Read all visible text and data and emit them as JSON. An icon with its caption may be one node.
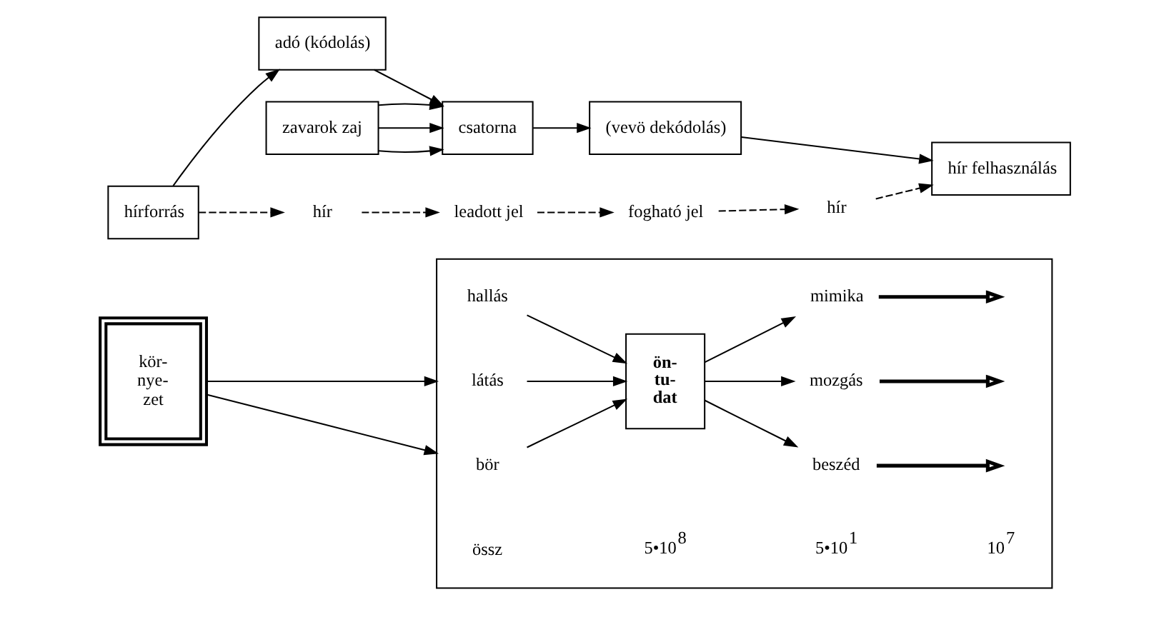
{
  "diagram": {
    "nodes": [
      {
        "text": [
          "hírforrás"
        ]
      },
      {
        "text": [
          "adó (kódolás)"
        ]
      },
      {
        "text": [
          "zavarok zaj"
        ]
      },
      {
        "text": [
          "csatorna"
        ]
      },
      {
        "text": [
          "(vevö dekódolás)"
        ]
      },
      {
        "text": [
          "hír felhasználás"
        ]
      },
      {
        "text": [
          "hír"
        ]
      },
      {
        "text": [
          "leadott jel"
        ]
      },
      {
        "text": [
          "fogható jel"
        ]
      },
      {
        "text": [
          "hír"
        ]
      },
      {
        "text": [
          "kör-nye-zet"
        ]
      },
      {
        "text": [],
        "shape": "box"
      },
      {
        "text": [
          "hallás"
        ],
        "in": 11
      },
      {
        "text": [
          "látás"
        ],
        "in": 11
      },
      {
        "text": [
          "bör"
        ],
        "in": 11
      },
      {
        "text": [
          "ön-tu-dat"
        ],
        "in": 11
      },
      {
        "text": [
          "beszéd"
        ],
        "in": 11
      },
      {
        "text": [
          "mozgás"
        ],
        "in": 11
      },
      {
        "text": [
          "mimika"
        ],
        "in": 11
      }
    ],
    "edges": [
      {
        "from": 0,
        "to": 1,
        "arrow": "to"
      },
      {
        "from": 1,
        "to": 3,
        "arrow": "to"
      },
      {
        "from": 2,
        "to": 3,
        "arrow": "to"
      },
      {
        "from": 2,
        "to": 3,
        "arrow": "to"
      },
      {
        "from": 2,
        "to": 3,
        "arrow": "to"
      },
      {
        "from": 3,
        "to": 4,
        "arrow": "to"
      },
      {
        "from": 4,
        "to": 5,
        "arrow": "to"
      },
      {
        "from": 0,
        "to": 6,
        "arrow": "to",
        "style": "dashed"
      },
      {
        "from": 6,
        "to": 7,
        "arrow": "to",
        "style": "dashed"
      },
      {
        "from": 7,
        "to": 8,
        "arrow": "to",
        "style": "dashed"
      },
      {
        "from": 8,
        "to": 9,
        "arrow": "to",
        "style": "dashed"
      },
      {
        "from": 9,
        "to": 5,
        "arrow": "to",
        "style": "dashed"
      },
      {
        "from": 10,
        "to": 11,
        "arrow": "to"
      },
      {
        "from": 10,
        "to": 11,
        "arrow": "to"
      },
      {
        "from": 12,
        "to": 15,
        "arrow": "to"
      },
      {
        "from": 13,
        "to": 15,
        "arrow": "to"
      },
      {
        "from": 14,
        "to": 15,
        "arrow": "to"
      },
      {
        "from": 15,
        "to": 16,
        "arrow": "to"
      },
      {
        "from": 15,
        "to": 17,
        "arrow": "to"
      },
      {
        "from": 15,
        "to": 18,
        "arrow": "to"
      },
      {
        "from": 16,
        "to": null,
        "arrow": "to",
        "style": "thick"
      },
      {
        "from": 17,
        "to": null,
        "arrow": "to",
        "style": "thick"
      },
      {
        "from": 18,
        "to": null,
        "arrow": "to",
        "style": "thick"
      }
    ],
    "labels": [
      "össz",
      "5•10$^{8}$",
      "5•10$^{1}$",
      "10$^{7}$"
    ]
  }
}
